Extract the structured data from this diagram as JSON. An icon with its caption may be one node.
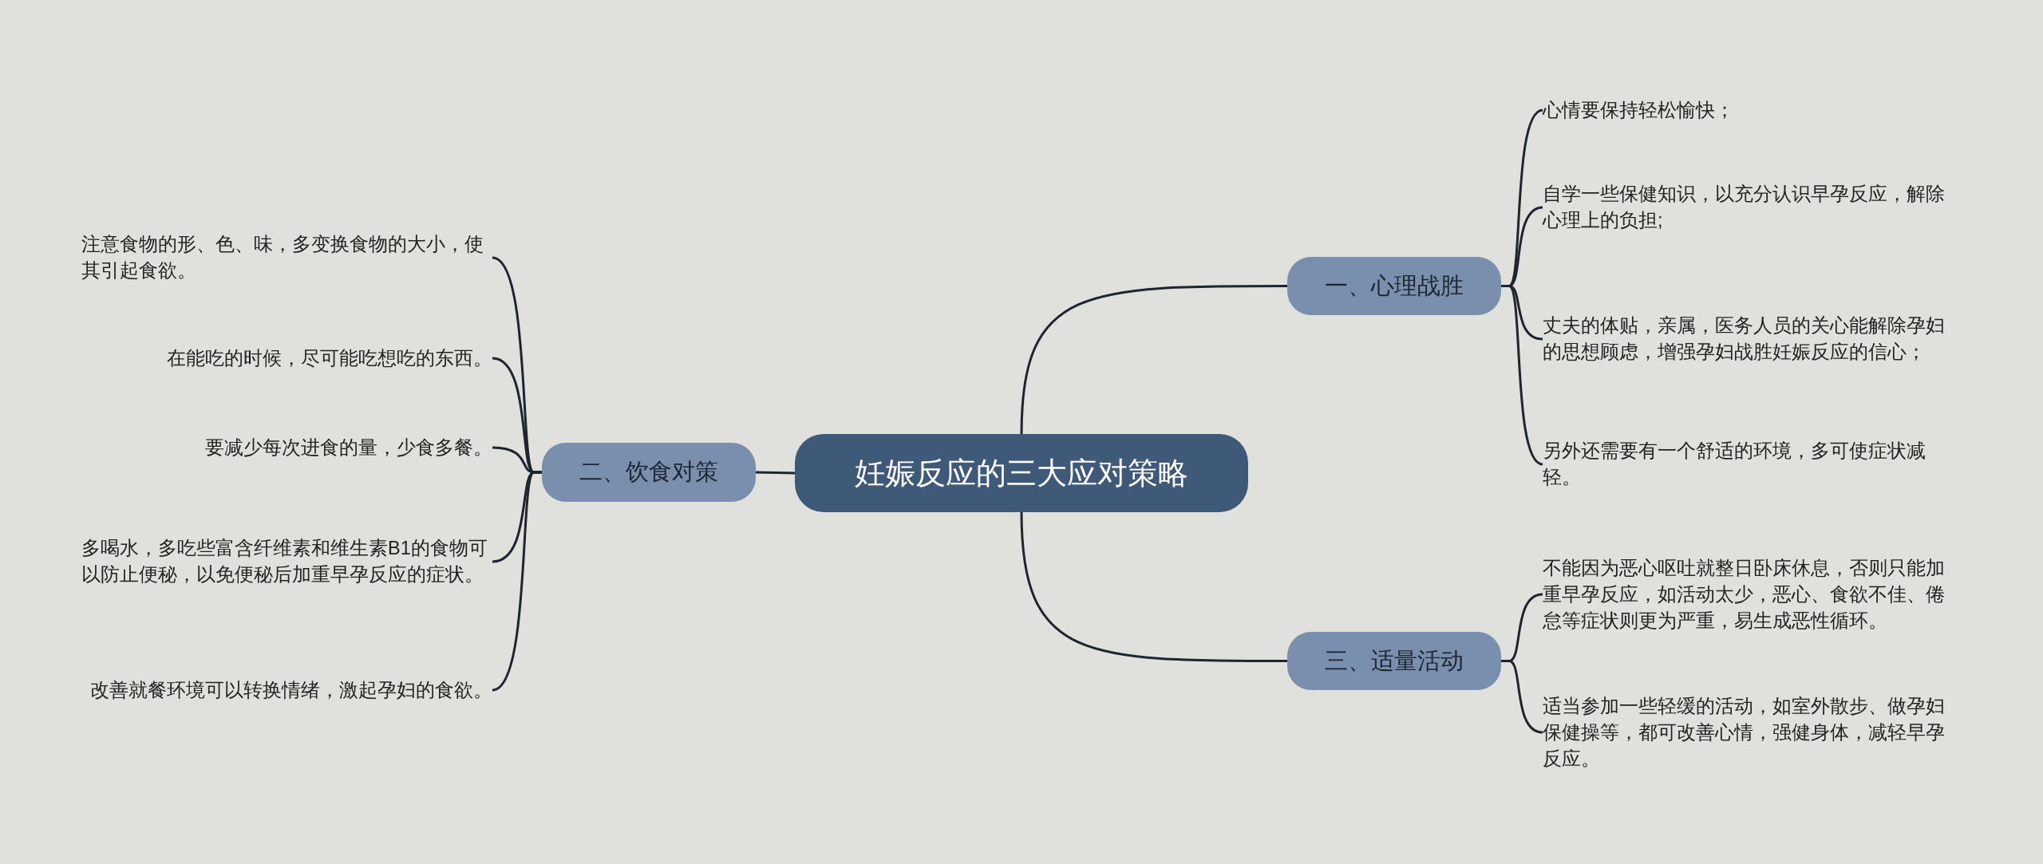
{
  "diagram": {
    "nodes": [
      {
        "text": [
          "妊娠反应的三大应对策略"
        ]
      },
      {
        "text": [
          "一、心理战胜"
        ]
      },
      {
        "text": [
          "心情要保持轻松愉快；"
        ]
      },
      {
        "text": [
          "自学一些保健知识，以充分认识早孕反应，解除心理上的负担;"
        ]
      },
      {
        "text": [
          "丈夫的体贴，亲属，医务人员的关心能解除孕妇的思想顾虑，增强孕妇战胜妊娠反应的信心；"
        ]
      },
      {
        "text": [
          "另外还需要有一个舒适的环境，多可使症状减轻。"
        ]
      },
      {
        "text": [
          "三、适量活动"
        ]
      },
      {
        "text": [
          "不能因为恶心呕吐就整日卧床休息，否则只能加重早孕反应，如活动太少，恶心、食欲不佳、倦怠等症状则更为严重，易生成恶性循环。"
        ]
      },
      {
        "text": [
          "适当参加一些轻缓的活动，如室外散步、做孕妇保健操等，都可改善心情，强健身体，减轻早孕反应。"
        ]
      },
      {
        "text": [
          "二、饮食对策"
        ]
      },
      {
        "text": [
          "注意食物的形、色、味，多变换食物的大小，使其引起食欲。"
        ]
      },
      {
        "text": [
          "在能吃的时候，尽可能吃想吃的东西。"
        ]
      },
      {
        "text": [
          "要减少每次进食的量，少食多餐。"
        ]
      },
      {
        "text": [
          "多喝水，多吃些富含纤维素和维生素B1的食物可以防止便秘，以免便秘后加重早孕反应的症状。"
        ]
      },
      {
        "text": [
          "改善就餐环境可以转换情绪，激起孕妇的食欲。"
        ]
      }
    ],
    "edges": [
      {
        "from": 0,
        "to": 1,
        "arrow": "none"
      },
      {
        "from": 1,
        "to": 2,
        "arrow": "none"
      },
      {
        "from": 1,
        "to": 3,
        "arrow": "none"
      },
      {
        "from": 1,
        "to": 4,
        "arrow": "none"
      },
      {
        "from": 1,
        "to": 5,
        "arrow": "none"
      },
      {
        "from": 0,
        "to": 6,
        "arrow": "none"
      },
      {
        "from": 6,
        "to": 7,
        "arrow": "none"
      },
      {
        "from": 6,
        "to": 8,
        "arrow": "none"
      },
      {
        "from": 0,
        "to": 9,
        "arrow": "none"
      },
      {
        "from": 9,
        "to": 10,
        "arrow": "none"
      },
      {
        "from": 9,
        "to": 11,
        "arrow": "none"
      },
      {
        "from": 9,
        "to": 12,
        "arrow": "none"
      },
      {
        "from": 9,
        "to": 13,
        "arrow": "none"
      },
      {
        "from": 9,
        "to": 14,
        "arrow": "none"
      }
    ]
  }
}
